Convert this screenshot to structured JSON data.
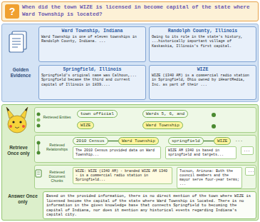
{
  "diagram": {
    "title": "When did the town WIZE is licensed in become capital of the state where Ward Township is located?",
    "nodes": [
      {
        "text": [
          "Golden Evidence"
        ]
      },
      {
        "text": [
          "Ward Township, Indiana",
          "Ward Township is one of eleven townships in Randolph County, Indiana. ..."
        ],
        "in": 0
      },
      {
        "text": [
          "Randolph County, Illinois",
          "Owing to its role in the state's history, ...historically important village of Kaskaskia, Illinois's first capital."
        ],
        "in": 0
      },
      {
        "text": [
          "Springfield, Illinois",
          "Springfield's original name was Calhoun,... Springfield became the third and current capital of Illinois in 1839...."
        ],
        "in": 0
      },
      {
        "text": [
          "WIZE",
          "WIZE (1340 AM) is a commercial radio station in Springfield, Ohio owned by iHeartMedia, Inc. as part of their ..."
        ],
        "in": 0
      },
      {
        "text": [
          "Retrieve Once only",
          "Answer Once only"
        ]
      },
      {
        "text": [
          "Retrieved Entities"
        ],
        "in": 5
      },
      {
        "text": [
          "town official"
        ],
        "in": 6
      },
      {
        "text": [
          "Wards 5, 6, and"
        ],
        "in": 6
      },
      {
        "text": [
          "WIZE"
        ],
        "in": 6
      },
      {
        "text": [
          "Ward Township"
        ],
        "in": 6
      },
      {
        "text": [
          "Retrieved Relationships"
        ],
        "in": 5
      },
      {
        "text": [
          "2010 Census"
        ],
        "in": 11
      },
      {
        "text": [
          "Ward Township"
        ],
        "in": 11
      },
      {
        "text": [
          "springfield"
        ],
        "in": 11
      },
      {
        "text": [
          "WIZE"
        ],
        "in": 11
      },
      {
        "text": [
          "The 2010 Census provided data on Ward Township..."
        ],
        "in": 11
      },
      {
        "text": [
          "WIZE AM 1340 is based in springfield and targets..."
        ],
        "in": 11
      },
      {
        "text": [
          "..."
        ],
        "in": 11
      },
      {
        "text": [
          "Retrieved Document Chunks"
        ],
        "in": 5
      },
      {
        "text": [
          "WIZE: WIZE (1340 AM) - branded WIZE AM 1340 - is a commercial radio station in Springfield..."
        ],
        "in": 19
      },
      {
        "text": [
          "Tucson, Arizona: Both the council members and the mayor serve four-year terms; ..."
        ],
        "in": 19
      },
      {
        "text": [
          "..."
        ],
        "in": 19
      },
      {
        "text": [
          "Based on the provided information, there is no direct mention of the town where WIZE is licensed become the capital of the state where Ward Township is located. There is no information in the given knowledge base that connects Springfield to becoming the capital of Indiana, nor does it mention any historical events regarding Indiana's capital city."
        ],
        "in": 5
      }
    ],
    "edges": [
      {
        "from": 12,
        "to": 13,
        "arrow": "none"
      },
      {
        "from": 14,
        "to": 15,
        "arrow": "none"
      }
    ],
    "labels": [
      "?",
      "..."
    ]
  }
}
